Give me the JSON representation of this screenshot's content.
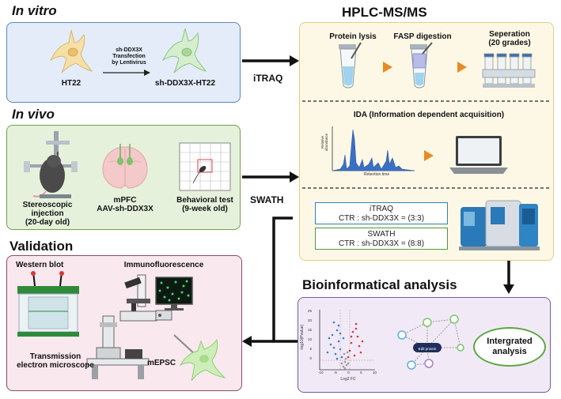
{
  "sections": {
    "in_vitro": "In vitro",
    "in_vivo": "In vivo",
    "validation": "Validation",
    "hplc": "HPLC-MS/MS",
    "bioinfo": "Bioinformatical analysis"
  },
  "in_vitro": {
    "cell_left": "HT22",
    "transfection": [
      "sh-DDX3X",
      "Transfection",
      "by Lentivirus"
    ],
    "cell_right": "sh-DDX3X-HT22"
  },
  "in_vivo": {
    "stereoscopic": [
      "Stereoscopic",
      "injection",
      "(20-day old)"
    ],
    "mpfc": [
      "mPFC",
      "AAV-sh-DDX3X"
    ],
    "behavioral": [
      "Behavioral test",
      "(9-week old)"
    ]
  },
  "validation": {
    "western": "Western blot",
    "immuno": "Immunofluorescence",
    "tem": [
      "Transmission",
      "electron microscope"
    ],
    "mepsc": "mEPSC"
  },
  "hplc": {
    "steps": [
      "Protein lysis",
      "FASP digestion"
    ],
    "separation": [
      "Seperation",
      "(20 grades)"
    ],
    "ida": "IDA (Information dependent acquisition)",
    "chart_ylabel": "Relative abundance",
    "chart_xlabel": "Retention time",
    "itraq_title": "iTRAQ",
    "itraq_ctr": "CTR : sh-DDX3X = (3:3)",
    "swath_title": "SWATH",
    "swath_ctr": "CTR : sh-DDX3X = (8:8)"
  },
  "arrows": {
    "itraq": "iTRAQ",
    "swath": "SWATH"
  },
  "bioinfo": {
    "volcano_ylabel": "-log10(Pvalue)",
    "volcano_xlabel": "Log2 FC",
    "volcano_yticks": [
      "25",
      "20",
      "15",
      "10",
      "5",
      "0"
    ],
    "volcano_xticks": [
      "-10",
      "-5",
      "0",
      "5",
      "10"
    ],
    "hub_label": "Edit protein",
    "integrated": [
      "Intergrated",
      "analysis"
    ]
  },
  "colors": {
    "in_vitro_bg": "#e3ecf8",
    "in_vitro_border": "#5d86c4",
    "in_vivo_bg": "#e6f1dc",
    "in_vivo_border": "#6ea04a",
    "validation_bg": "#f9e8ee",
    "validation_border": "#8a4a6a",
    "hplc_bg": "#fdf8e6",
    "hplc_border": "#e3cf7f",
    "bioinfo_bg": "#f1eaf6",
    "bioinfo_border": "#7a56a8",
    "itraq_box_border": "#2f7ec8",
    "swath_box_border": "#4e9a3e",
    "arrow_orange": "#e88a22",
    "integrated_border": "#5fa642"
  }
}
